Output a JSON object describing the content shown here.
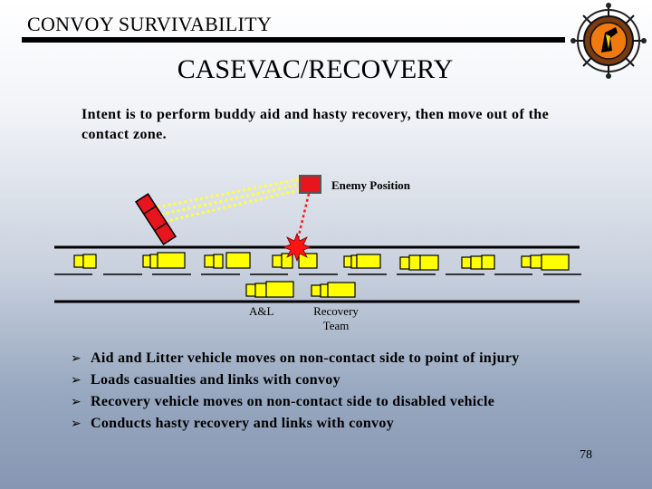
{
  "header": {
    "title": "CONVOY SURVIVABILITY"
  },
  "slide": {
    "title": "CASEVAC/RECOVERY",
    "intent": "Intent is to perform buddy aid and hasty recovery, then move out of the contact zone."
  },
  "diagram": {
    "enemy_label": "Enemy Position",
    "al_label": "A&L",
    "recovery_label": "Recovery Team",
    "colors": {
      "enemy": "#e8141e",
      "vehicle": "#ffff00",
      "fire": "#ff2020"
    }
  },
  "bullets": [
    {
      "marker": "➢",
      "text": "Aid and Litter vehicle moves on non-contact side to point of injury"
    },
    {
      "marker": "➢",
      "text": "Loads casualties and links with convoy"
    },
    {
      "marker": "➢",
      "text": "Recovery vehicle moves on non-contact side to disabled vehicle"
    },
    {
      "marker": "➢",
      "text": "Conducts hasty recovery and links with convoy"
    }
  ],
  "page_number": "78",
  "emblem": {
    "icon": "compass-emblem-icon"
  }
}
